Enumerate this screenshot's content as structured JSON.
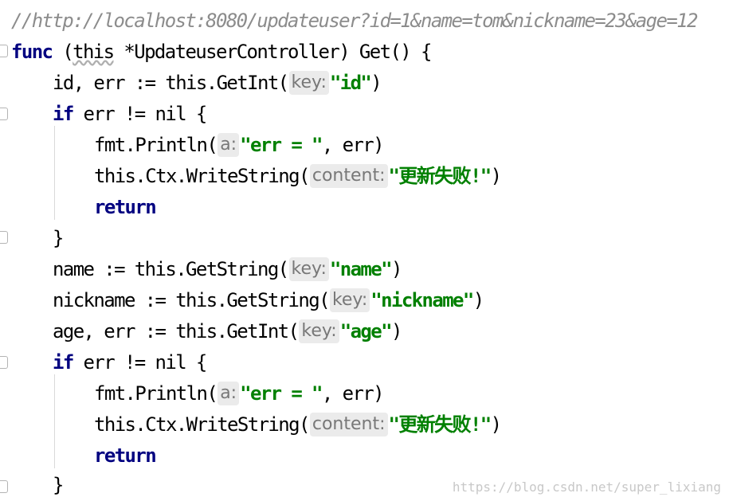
{
  "code": {
    "l1_comment": "//http://localhost:8080/updateuser?id=1&name=tom&nickname=23&age=12",
    "l2_func": "func",
    "l2_paren_open": " (",
    "l2_this": "this",
    "l2_rest": " *UpdateuserController) Get() {",
    "l3_pre": "id, err := this.GetInt(",
    "l3_hint": "key:",
    "l3_str": "\"id\"",
    "l3_post": ")",
    "l4_if": "if",
    "l4_rest": " err != nil {",
    "l5_pre": "fmt.Println(",
    "l5_hint": "a:",
    "l5_str": "\"err = \"",
    "l5_post": ", err)",
    "l6_pre": "this.Ctx.WriteString(",
    "l6_hint": "content:",
    "l6_str": "\"更新失败!\"",
    "l6_post": ")",
    "l7_return": "return",
    "l8_close": "}",
    "l9_pre": "name := this.GetString(",
    "l9_hint": "key:",
    "l9_str": "\"name\"",
    "l9_post": ")",
    "l10_pre": "nickname := this.GetString(",
    "l10_hint": "key:",
    "l10_str": "\"nickname\"",
    "l10_post": ")",
    "l11_pre": "age, err := this.GetInt(",
    "l11_hint": "key:",
    "l11_str": "\"age\"",
    "l11_post": ")",
    "l12_if": "if",
    "l12_rest": " err != nil {",
    "l13_pre": "fmt.Println(",
    "l13_hint": "a:",
    "l13_str": "\"err = \"",
    "l13_post": ", err)",
    "l14_pre": "this.Ctx.WriteString(",
    "l14_hint": "content:",
    "l14_str": "\"更新失败!\"",
    "l14_post": ")",
    "l15_return": "return",
    "l16_close": "}"
  },
  "watermark": "https://blog.csdn.net/super_lixiang",
  "colors": {
    "comment": "#8c8c8c",
    "keyword": "#000080",
    "string": "#008000",
    "hint_bg": "#ebebeb"
  }
}
